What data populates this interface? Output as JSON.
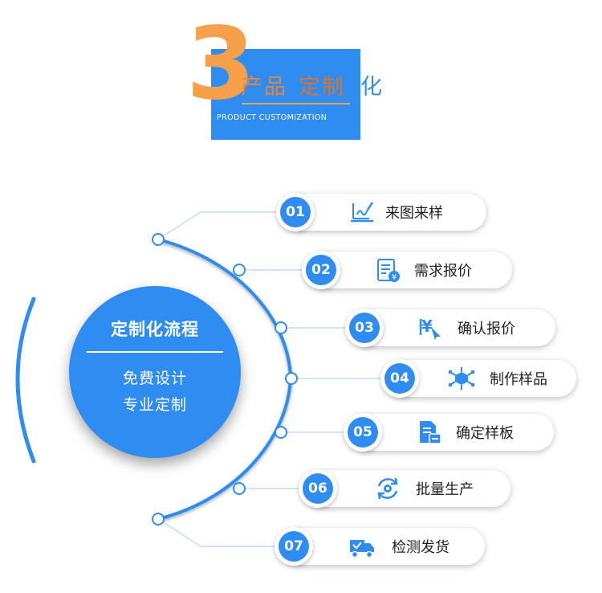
{
  "header": {
    "number": "3",
    "title_part1": "产品",
    "title_part2": "定制",
    "title_part3": "化",
    "subtitle": "PRODUCT CUSTOMIZATION",
    "accent_orange": "#f6a04a",
    "accent_blue": "#2f8cf0"
  },
  "center": {
    "title": "定制化流程",
    "line1": "免费设计",
    "line2": "专业定制"
  },
  "steps": [
    {
      "num": "01",
      "label": "来图来样",
      "icon": "drawing-icon"
    },
    {
      "num": "02",
      "label": "需求报价",
      "icon": "quote-document-icon"
    },
    {
      "num": "03",
      "label": "确认报价",
      "icon": "yen-click-icon"
    },
    {
      "num": "04",
      "label": "制作样品",
      "icon": "cube-network-icon"
    },
    {
      "num": "05",
      "label": "确定样板",
      "icon": "document-check-icon"
    },
    {
      "num": "06",
      "label": "批量生产",
      "icon": "gear-cycle-icon"
    },
    {
      "num": "07",
      "label": "检测发货",
      "icon": "delivery-truck-icon"
    }
  ]
}
